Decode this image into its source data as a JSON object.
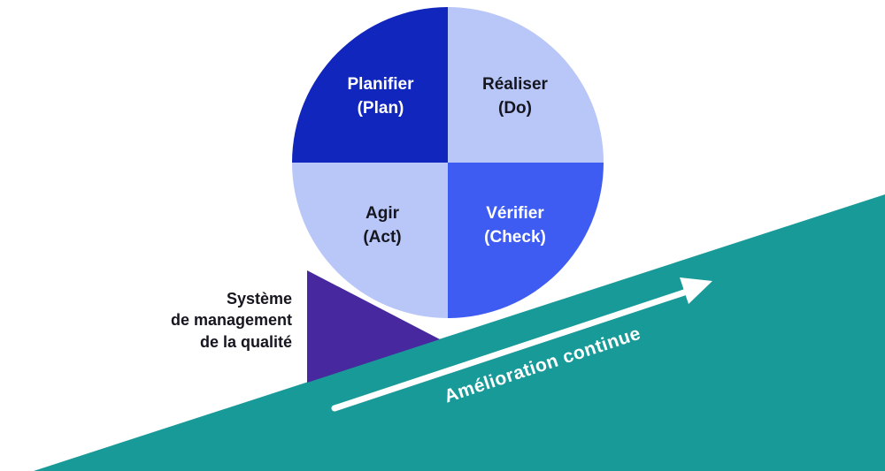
{
  "colors": {
    "plan": "#1126bd",
    "do": "#b9c7f8",
    "act": "#b9c7f8",
    "check": "#3e5cf2",
    "slope": "#189a98",
    "wedge": "#47289e",
    "ink": "#15161f",
    "light": "#ffffff"
  },
  "cycle": {
    "quadrants": [
      {
        "id": "plan",
        "label": "Planifier\n(Plan)"
      },
      {
        "id": "do",
        "label": "Réaliser\n(Do)"
      },
      {
        "id": "act",
        "label": "Agir\n(Act)"
      },
      {
        "id": "check",
        "label": "Vérifier\n(Check)"
      }
    ]
  },
  "wedge_label": "Système\nde management\nde la qualité",
  "slope_label": "Amélioration continue"
}
